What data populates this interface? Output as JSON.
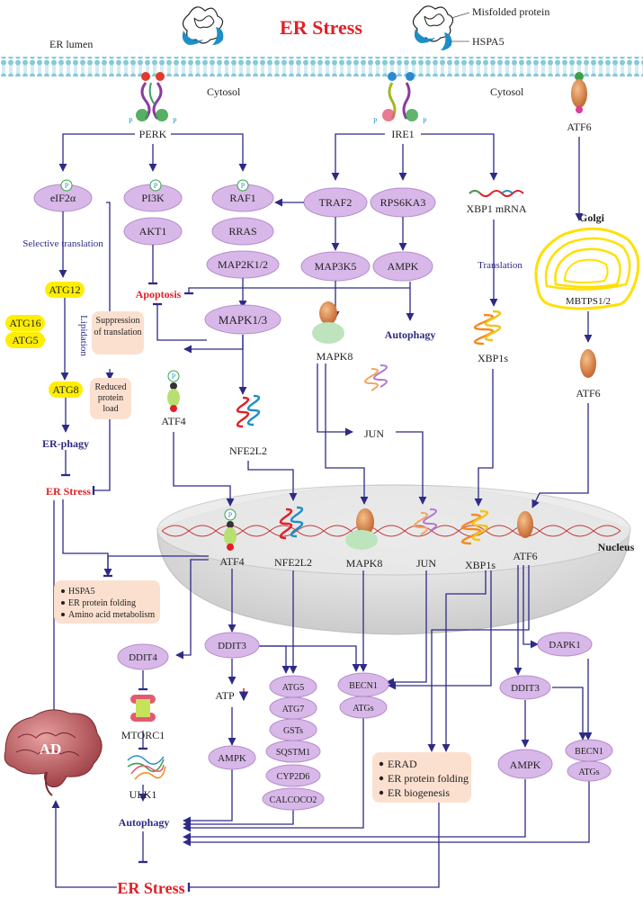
{
  "title": "ER Stress",
  "colors": {
    "arrow": "#2e2a86",
    "red": "#e21f26",
    "lilac": "#d8b8e8",
    "lilac_edge": "#b58ccc",
    "yellow": "#ffee00",
    "peach": "#fbe0d0",
    "membrane": "#86c9da"
  },
  "labels": {
    "misfolded": "Misfolded protein",
    "hspa5": "HSPA5",
    "er_lumen": "ER lumen",
    "cytosol_left": "Cytosol",
    "cytosol_right": "Cytosol",
    "perk": "PERK",
    "ire1": "IRE1",
    "atf6_top": "ATF6",
    "golgi": "Golgi",
    "mbtps": "MBTPS1/2",
    "atf6_golgi": "ATF6",
    "p": "P",
    "eif2a": "eIF2α",
    "pi3k": "PI3K",
    "akt1": "AKT1",
    "raf1": "RAF1",
    "rras": "RRAS",
    "map2k": "MAP2K1/2",
    "traf2": "TRAF2",
    "map3k5": "MAP3K5",
    "rps6ka3": "RPS6KA3",
    "ampk_top": "AMPK",
    "xbp1mrna": "XBP1 mRNA",
    "selective": "Selective translation",
    "translation": "Translation",
    "atg12": "ATG12",
    "atg16": "ATG16",
    "atg5_yellow": "ATG5",
    "lipidation": "Lipidation",
    "atg8": "ATG8",
    "suppression_1": "Suppression",
    "suppression_2": "of translation",
    "reduced_1": "Reduced",
    "reduced_2": "protein",
    "reduced_3": "load",
    "apoptosis": "Apoptosis",
    "autophagy_top": "Autophagy",
    "mapk13": "MAPK1/3",
    "mapk8_cyto": "MAPK8",
    "xbp1s_cyto": "XBP1s",
    "atf4_cyto": "ATF4",
    "nfe2l2_cyto": "NFE2L2",
    "jun_cyto": "JUN",
    "erphagy": "ER-phagy",
    "erstress_mid": "ER Stress",
    "nucleus": "Nucleus",
    "atf4_nuc": "ATF4",
    "nfe2l2_nuc": "NFE2L2",
    "mapk8_nuc": "MAPK8",
    "jun_nuc": "JUN",
    "xbp1s_nuc": "XBP1s",
    "atf6_nuc": "ATF6",
    "box1": [
      "HSPA5",
      "ER protein folding",
      "Amino acid metabolism"
    ],
    "ddit4": "DDIT4",
    "mtorc1": "MTORC1",
    "ulk1": "ULK1",
    "ddit3_left": "DDIT3",
    "atp": "ATP",
    "ampk_left": "AMPK",
    "atg_stack": [
      "ATG5",
      "ATG7",
      "GSTs",
      "SQSTM1",
      "CYP2D6",
      "CALCOCO2"
    ],
    "becn1_mid": "BECN1",
    "atgs_mid": "ATGs",
    "box2": [
      "ERAD",
      "ER protein folding",
      "ER biogenesis"
    ],
    "dapk1": "DAPK1",
    "ddit3_right": "DDIT3",
    "ampk_right": "AMPK",
    "becn1_right": "BECN1",
    "atgs_right": "ATGs",
    "ad": "AD",
    "autophagy_bottom": "Autophagy",
    "erstress_bottom": "ER Stress"
  }
}
